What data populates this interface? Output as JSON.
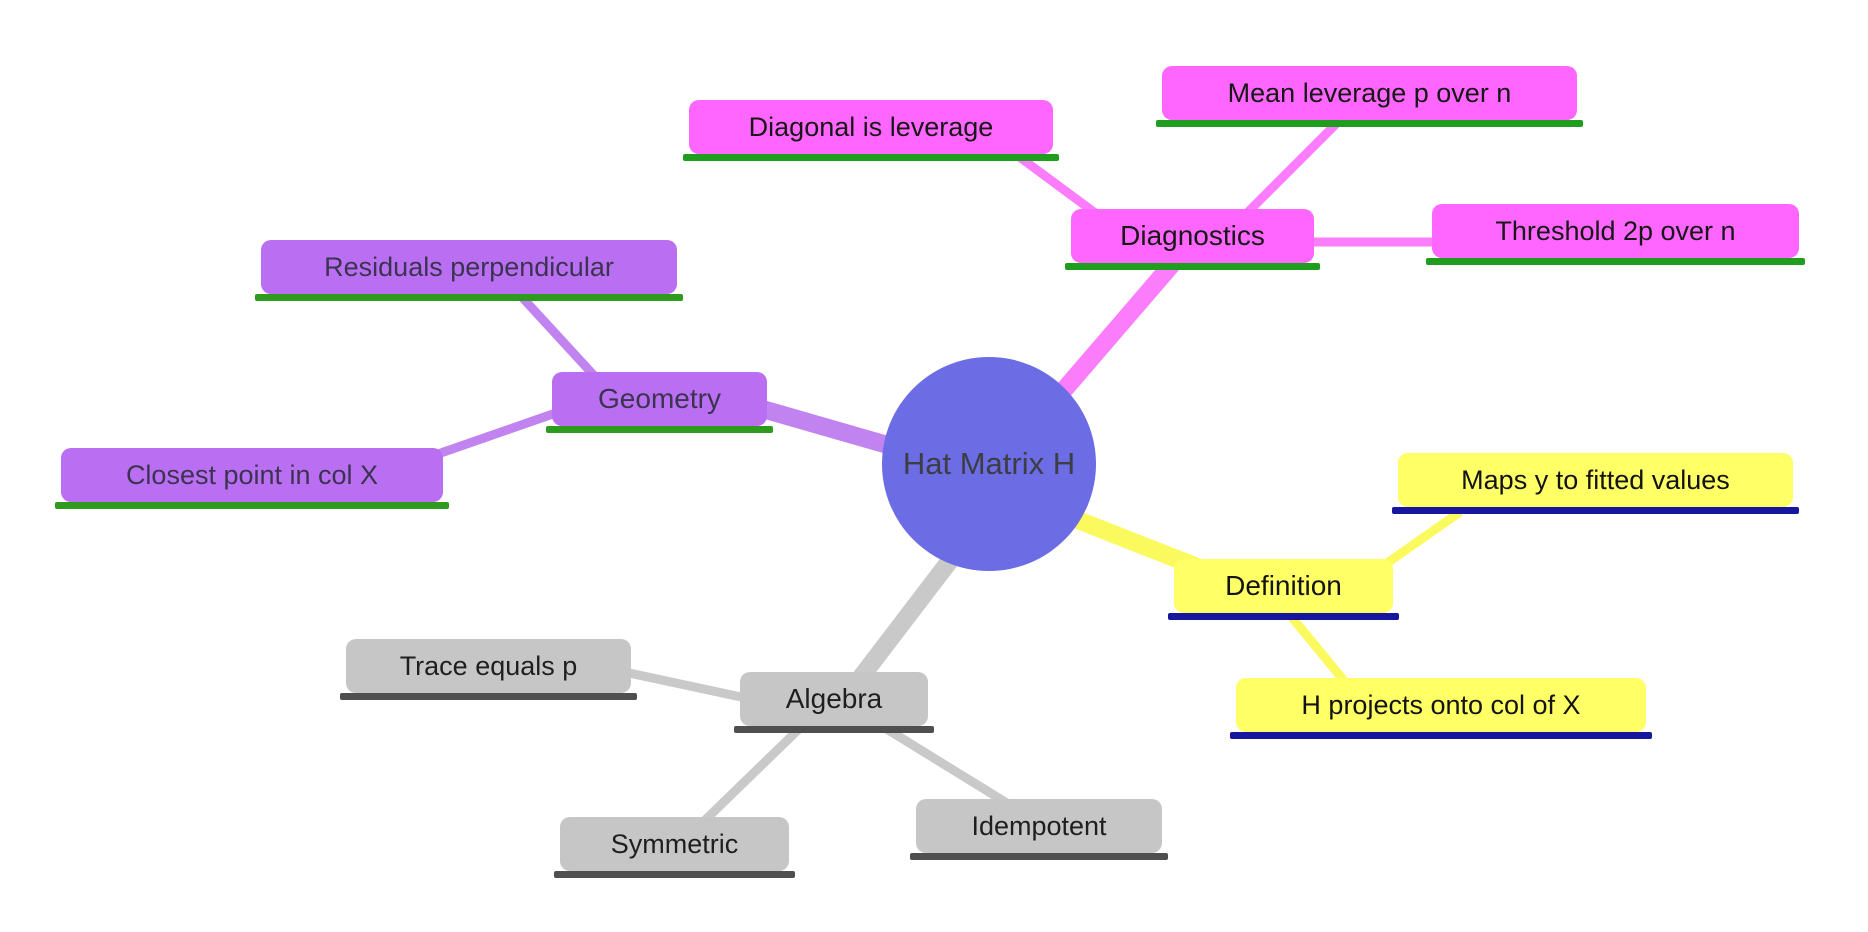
{
  "diagram_type": "mindmap",
  "root": {
    "label": "Hat Matrix H",
    "fill": "#6c6ce5",
    "text": "#3d3d44"
  },
  "branches": [
    {
      "name": "diagnostics",
      "label": "Diagnostics",
      "fill": "#ff66ff",
      "underline": "#1f9d1f",
      "edge": "#fc7dfc",
      "text": "#181818",
      "children": [
        {
          "label": "Diagonal is leverage"
        },
        {
          "label": "Mean leverage p over n"
        },
        {
          "label": "Threshold 2p over n"
        }
      ]
    },
    {
      "name": "geometry",
      "label": "Geometry",
      "fill": "#ba6ff2",
      "underline": "#2e9b1f",
      "edge": "#c183f0",
      "text": "#3a3450",
      "children": [
        {
          "label": "Residuals perpendicular"
        },
        {
          "label": "Closest point in col X"
        }
      ]
    },
    {
      "name": "algebra",
      "label": "Algebra",
      "fill": "#c6c6c6",
      "underline": "#4f4f4f",
      "edge": "#c9c9c9",
      "text": "#1f1f1f",
      "children": [
        {
          "label": "Trace equals p"
        },
        {
          "label": "Symmetric"
        },
        {
          "label": "Idempotent"
        }
      ]
    },
    {
      "name": "definition",
      "label": "Definition",
      "fill": "#ffff66",
      "underline": "#16169e",
      "edge": "#fafa5e",
      "text": "#131313",
      "children": [
        {
          "label": "Maps y to fitted values"
        },
        {
          "label": "H projects onto col of X"
        }
      ]
    }
  ]
}
